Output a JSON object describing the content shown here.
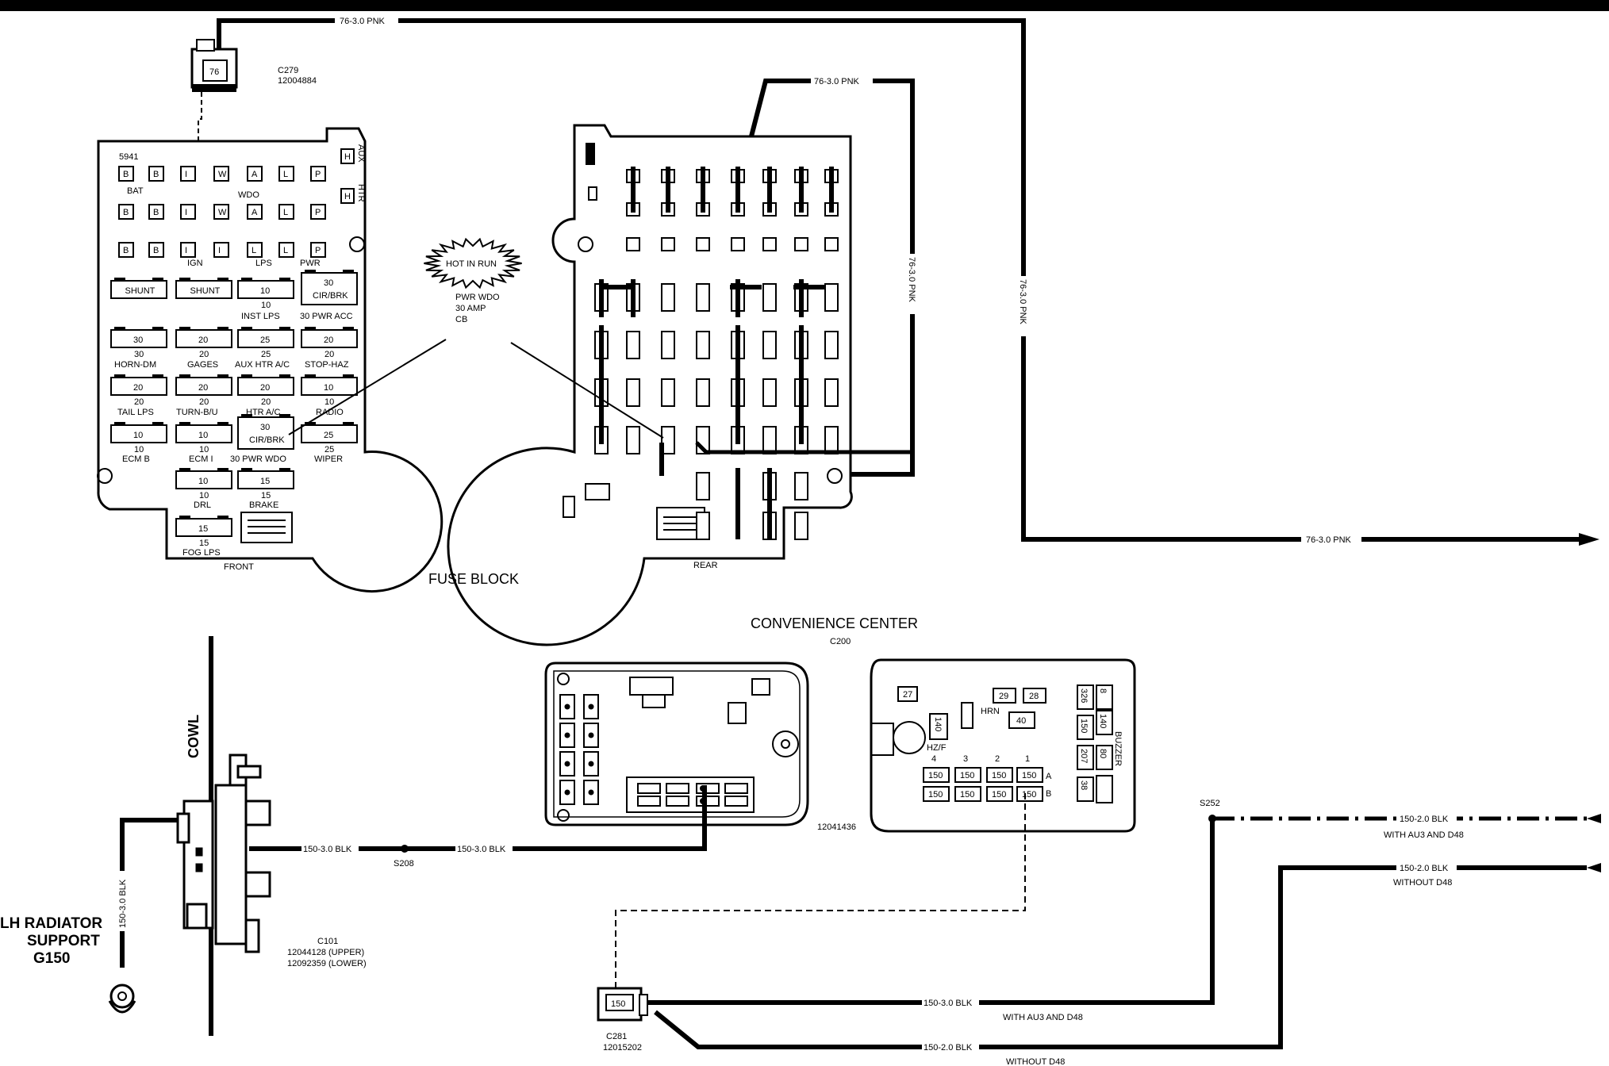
{
  "wire_labels": {
    "pnk_top": "76-3.0 PNK",
    "pnk_rear": "76-3.0 PNK",
    "pnk_vert1": "76-3.0 PNK",
    "pnk_vert2": "76-3.0 PNK",
    "pnk_right": "76-3.0 PNK",
    "blk_s208": "150-3.0 BLK",
    "blk_c101": "150-3.0 BLK",
    "blk_ground": "150-3.0 BLK",
    "blk_au3_right": "150-2.0 BLK",
    "blk_nod48_right": "150-2.0 BLK",
    "blk_au3_bottom": "150-3.0 BLK",
    "blk_nod48_bottom": "150-2.0 BLK"
  },
  "notes": {
    "with_au3_d48_right": "WITH AU3 AND D48",
    "without_d48_right": "WITHOUT D48",
    "with_au3_d48_bottom": "WITH AU3 AND D48",
    "without_d48_bottom": "WITHOUT D48"
  },
  "connectors": {
    "c279_name": "C279",
    "c279_part": "12004884",
    "c279_pin": "76",
    "c281_name": "C281",
    "c281_part": "12015202",
    "c281_pin": "150",
    "c101_name": "C101",
    "c101_upper": "12044128 (UPPER)",
    "c101_lower": "12092359 (LOWER)",
    "c200": "C200",
    "part_12041436": "12041436",
    "s208": "S208",
    "s252": "S252"
  },
  "titles": {
    "fuse_block": "FUSE BLOCK",
    "convenience_center": "CONVENIENCE CENTER",
    "front": "FRONT",
    "rear": "REAR",
    "cowl": "COWL",
    "ground_1": "LH RADIATOR",
    "ground_2": "SUPPORT",
    "ground_3": "G150"
  },
  "callout": {
    "burst": "HOT IN RUN",
    "line1": "PWR WDO",
    "line2": "30 AMP",
    "line3": "CB"
  },
  "fuse_front": {
    "corner": "5941",
    "row1": [
      "B",
      "B",
      "I",
      "W",
      "A",
      "L",
      "P"
    ],
    "row2": [
      "B",
      "B",
      "I",
      "W",
      "A",
      "L",
      "P"
    ],
    "row3": [
      "B",
      "B",
      "I",
      "I",
      "L",
      "L",
      "P"
    ],
    "bat": "BAT",
    "wdo": "WDO",
    "ign": "IGN",
    "lps": "LPS",
    "pwr": "PWR",
    "aux_h1": "H",
    "aux_h2": "H",
    "aux": "AUX",
    "htr": "HTR",
    "fuses": [
      {
        "top": "SHUNT",
        "bottom": ""
      },
      {
        "top": "SHUNT",
        "bottom": ""
      },
      {
        "top": "10",
        "bottom": "10"
      },
      {
        "top": "30 CIR/BRK",
        "bottom": ""
      },
      {
        "top": "30",
        "bottom": "30"
      },
      {
        "top": "20",
        "bottom": "20"
      },
      {
        "top": "25",
        "bottom": "25"
      },
      {
        "top": "20",
        "bottom": "20"
      },
      {
        "top": "20",
        "bottom": "20"
      },
      {
        "top": "20",
        "bottom": "20"
      },
      {
        "top": "20",
        "bottom": "20"
      },
      {
        "top": "10",
        "bottom": "10"
      },
      {
        "top": "10",
        "bottom": "10"
      },
      {
        "top": "10",
        "bottom": "10"
      },
      {
        "top": "30 CIR/BRK",
        "bottom": ""
      },
      {
        "top": "25",
        "bottom": "25"
      },
      {
        "top": "10",
        "bottom": "10"
      },
      {
        "top": "15",
        "bottom": "15"
      },
      {
        "top": "15",
        "bottom": "15"
      }
    ],
    "names": {
      "inst_lps": "INST LPS",
      "pwr_acc": "30 PWR ACC",
      "horn_dm": "HORN-DM",
      "gages": "GAGES",
      "aux_htr": "AUX HTR A/C",
      "stop_haz": "STOP-HAZ",
      "tail_lps": "TAIL LPS",
      "turn_bu": "TURN-B/U",
      "htr_ac": "HTR A/C",
      "radio": "RADIO",
      "ecm_b": "ECM B",
      "ecm_i": "ECM I",
      "pwr_wdo": "30 PWR WDO",
      "wiper": "WIPER",
      "drl": "DRL",
      "brake": "BRAKE",
      "fog_lps": "FOG LPS"
    }
  },
  "conv_center": {
    "relays": [
      "27",
      "29",
      "28",
      "40",
      "140"
    ],
    "hrn": "HRN",
    "hzf": "HZ/F",
    "col_nums": [
      "4",
      "3",
      "2",
      "1"
    ],
    "row_a": [
      "150",
      "150",
      "150",
      "150"
    ],
    "row_b": [
      "150",
      "150",
      "150",
      "150"
    ],
    "letter_a": "A",
    "letter_b": "B",
    "side": [
      "326",
      "8",
      "150",
      "140",
      "207",
      "80",
      "38"
    ],
    "buzzer": "BUZZER"
  }
}
